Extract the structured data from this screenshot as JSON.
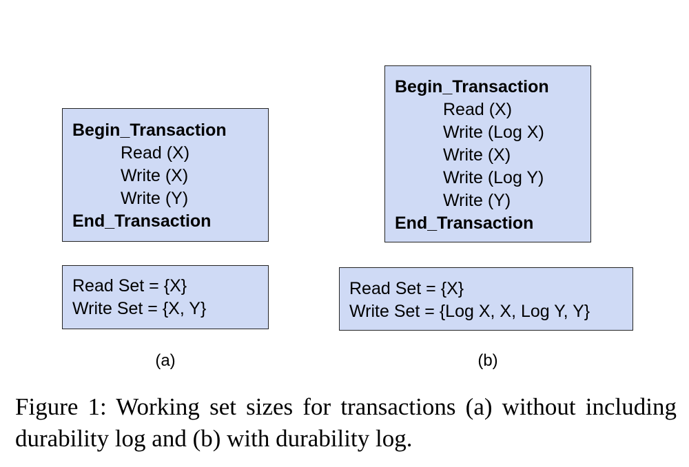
{
  "panel_a": {
    "transaction": {
      "begin": "Begin_Transaction",
      "ops": [
        "Read (X)",
        "Write (X)",
        "Write (Y)"
      ],
      "end": "End_Transaction"
    },
    "read_set": "Read Set = {X}",
    "write_set": "Write Set = {X, Y}",
    "label": "(a)"
  },
  "panel_b": {
    "transaction": {
      "begin": "Begin_Transaction",
      "ops": [
        "Read (X)",
        "Write (Log X)",
        "Write (X)",
        "Write (Log Y)",
        "Write (Y)"
      ],
      "end": "End_Transaction"
    },
    "read_set": "Read Set = {X}",
    "write_set": "Write Set = {Log X, X, Log Y, Y}",
    "label": "(b)"
  },
  "caption": "Figure 1: Working set sizes for transactions (a) without including durability log and (b) with durability log.",
  "colors": {
    "box_fill": "#cfdaf5",
    "box_border": "#222222"
  }
}
